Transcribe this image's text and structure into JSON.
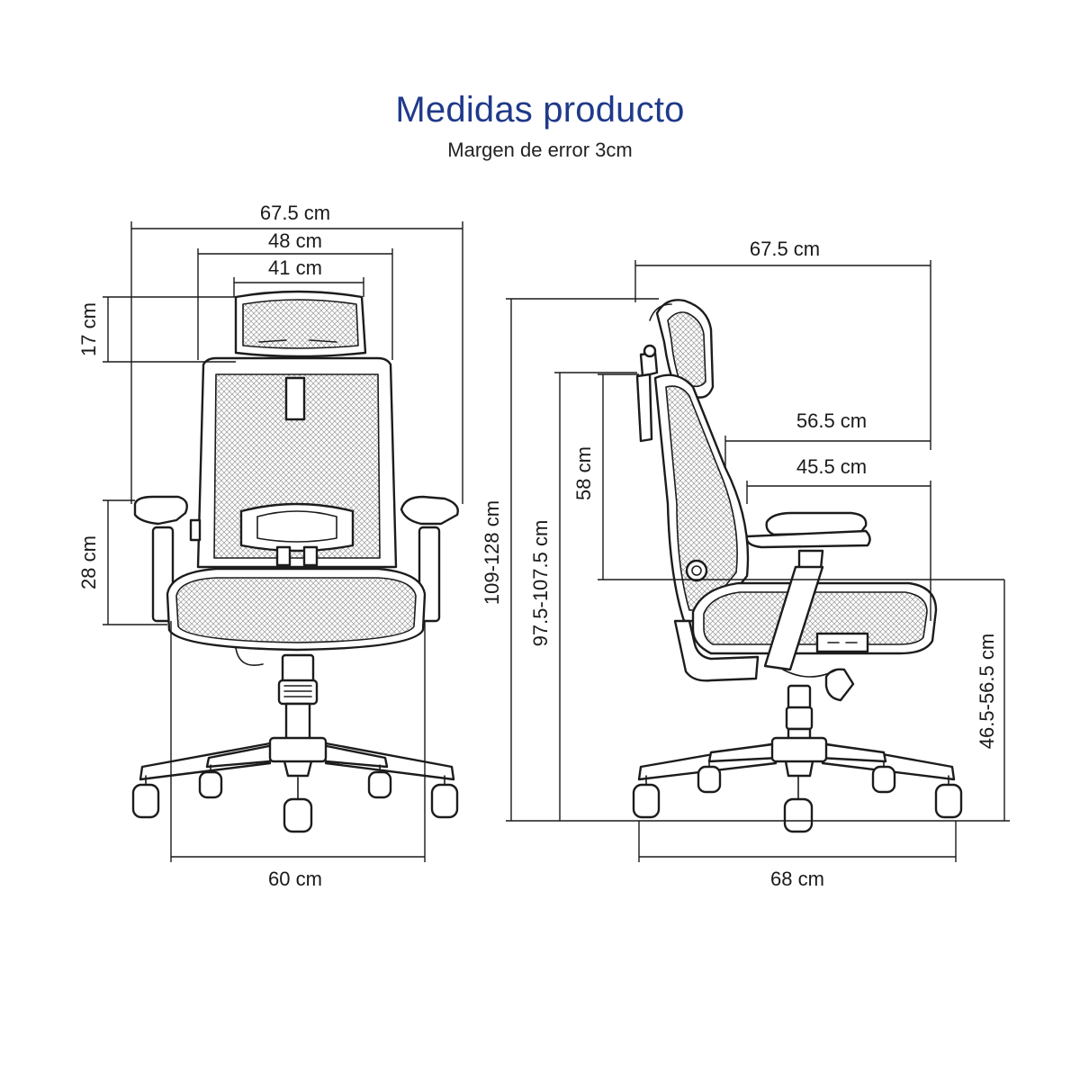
{
  "header": {
    "title": "Medidas producto",
    "subtitle": "Margen de error 3cm"
  },
  "front_view": {
    "total_width": "67.5 cm",
    "back_width": "48 cm",
    "headrest_width": "41 cm",
    "headrest_height": "17 cm",
    "armrest_height": "28 cm",
    "base_width": "60 cm"
  },
  "side_view": {
    "total_depth": "67.5 cm",
    "depth_to_back": "56.5 cm",
    "seat_depth": "45.5 cm",
    "backrest_height": "58 cm",
    "total_height": "109-128 cm",
    "backrest_top_height": "97.5-107.5 cm",
    "seat_height": "46.5-56.5 cm",
    "base_depth": "68 cm"
  }
}
